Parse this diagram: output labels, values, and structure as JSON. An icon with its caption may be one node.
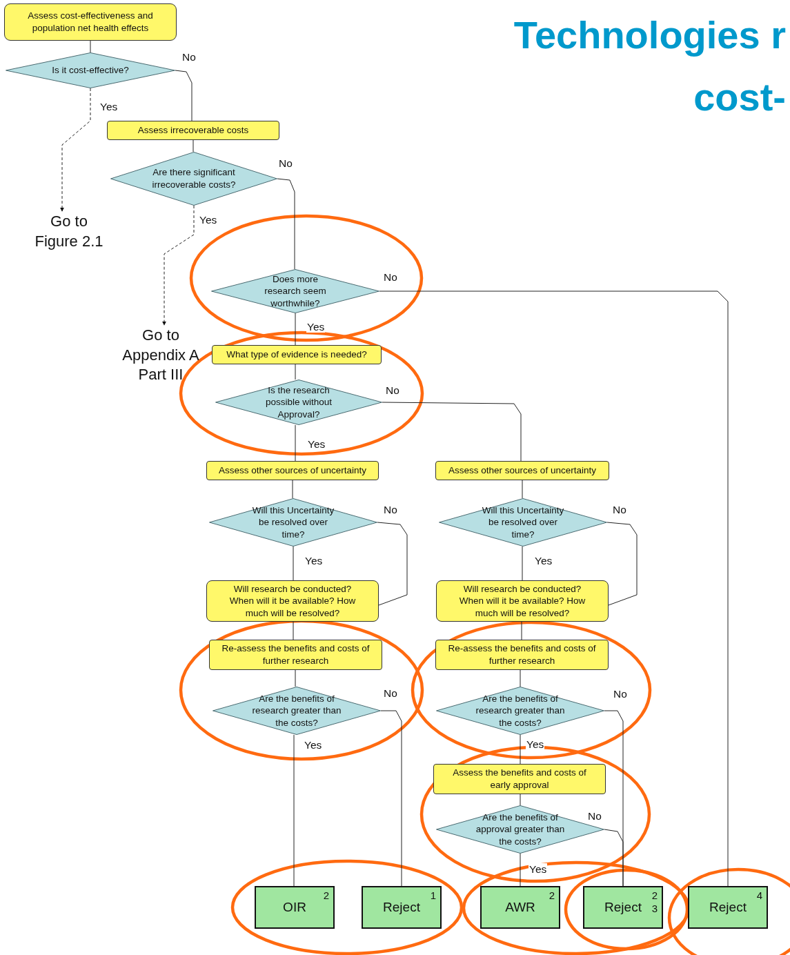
{
  "diagram": {
    "title": "Technologies r cost-",
    "nodes": [
      {
        "text": [
          "Assess cost-effectiveness and population net health effects"
        ]
      },
      {
        "text": [
          "Is it cost-effective?"
        ]
      },
      {
        "text": [
          "Assess irrecoverable  costs"
        ]
      },
      {
        "text": [
          "Are there significant irrecoverable costs?"
        ]
      },
      {
        "text": [
          "Go to Figure 2.1"
        ]
      },
      {
        "text": [
          "Go to Appendix A Part III"
        ]
      },
      {
        "text": [
          "Does more research seem worthwhile?"
        ]
      },
      {
        "text": [
          "What type of evidence is needed?"
        ]
      },
      {
        "text": [
          "Is the research possible without Approval?"
        ]
      },
      {
        "text": [
          "Assess other sources of uncertainty"
        ]
      },
      {
        "text": [
          "Assess other sources of uncertainty"
        ]
      },
      {
        "text": [
          "Will this Uncertainty be resolved over time?"
        ]
      },
      {
        "text": [
          "Will this Uncertainty be resolved over time?"
        ]
      },
      {
        "text": [
          "Will research be conducted? When will it be available? How much will be resolved?"
        ]
      },
      {
        "text": [
          "Will research be conducted? When will it be available? How much will be resolved?"
        ]
      },
      {
        "text": [
          "Re-assess the benefits and costs of further research"
        ]
      },
      {
        "text": [
          "Re-assess the benefits and costs of further research"
        ]
      },
      {
        "text": [
          "Are the benefits of research greater than the costs?"
        ]
      },
      {
        "text": [
          "Are the benefits of research greater than the costs?"
        ]
      },
      {
        "text": [
          "Assess the benefits and costs of early approval"
        ]
      },
      {
        "text": [
          "Are the benefits of approval greater than the costs?"
        ]
      },
      {
        "text": [
          "OIR",
          "2"
        ]
      },
      {
        "text": [
          "Reject",
          "1"
        ]
      },
      {
        "text": [
          "AWR",
          "2"
        ]
      },
      {
        "text": [
          "Reject",
          "2",
          "3"
        ]
      },
      {
        "text": [
          "Reject",
          "4"
        ]
      }
    ],
    "edges": [
      {
        "from": 0,
        "to": 1,
        "arrow": "none"
      },
      {
        "from": 1,
        "to": 4,
        "arrow": "to",
        "label": "Yes",
        "style": "dashed"
      },
      {
        "from": 1,
        "to": 2,
        "arrow": "none",
        "label": "No"
      },
      {
        "from": 2,
        "to": 3,
        "arrow": "none"
      },
      {
        "from": 3,
        "to": 5,
        "arrow": "to",
        "label": "Yes",
        "style": "dashed"
      },
      {
        "from": 3,
        "to": 6,
        "arrow": "none",
        "label": "No"
      },
      {
        "from": 6,
        "to": 7,
        "arrow": "none",
        "label": "Yes"
      },
      {
        "from": 6,
        "to": 25,
        "arrow": "none",
        "label": "No"
      },
      {
        "from": 7,
        "to": 8,
        "arrow": "none"
      },
      {
        "from": 8,
        "to": 9,
        "arrow": "none",
        "label": "Yes"
      },
      {
        "from": 8,
        "to": 10,
        "arrow": "none",
        "label": "No"
      },
      {
        "from": 9,
        "to": 11,
        "arrow": "none"
      },
      {
        "from": 10,
        "to": 12,
        "arrow": "none"
      },
      {
        "from": 11,
        "to": 13,
        "arrow": "none",
        "label": "Yes"
      },
      {
        "from": 11,
        "to": 13,
        "arrow": "none",
        "label": "No"
      },
      {
        "from": 12,
        "to": 14,
        "arrow": "none",
        "label": "Yes"
      },
      {
        "from": 12,
        "to": 14,
        "arrow": "none",
        "label": "No"
      },
      {
        "from": 13,
        "to": 15,
        "arrow": "none"
      },
      {
        "from": 14,
        "to": 16,
        "arrow": "none"
      },
      {
        "from": 15,
        "to": 17,
        "arrow": "none"
      },
      {
        "from": 16,
        "to": 18,
        "arrow": "none"
      },
      {
        "from": 17,
        "to": 21,
        "arrow": "none",
        "label": "Yes"
      },
      {
        "from": 17,
        "to": 22,
        "arrow": "none",
        "label": "No"
      },
      {
        "from": 18,
        "to": 19,
        "arrow": "none",
        "label": "Yes"
      },
      {
        "from": 18,
        "to": 24,
        "arrow": "none",
        "label": "No"
      },
      {
        "from": 19,
        "to": 20,
        "arrow": "none"
      },
      {
        "from": 20,
        "to": 23,
        "arrow": "none",
        "label": "Yes"
      },
      {
        "from": 20,
        "to": 24,
        "arrow": "none",
        "label": "No"
      }
    ]
  }
}
